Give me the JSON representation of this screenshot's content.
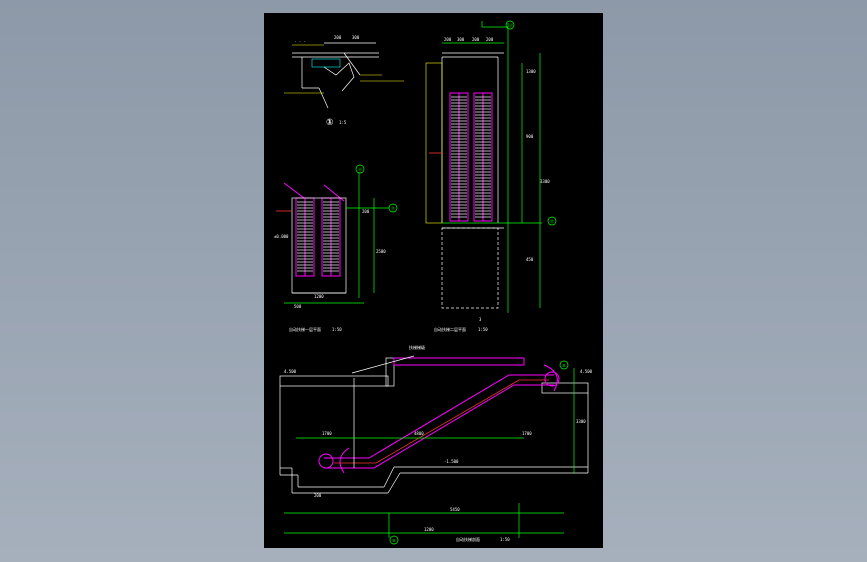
{
  "detail": {
    "number": "①",
    "scale": "1:5"
  },
  "labels": {
    "plan_upper": "自动扶梯二层平面",
    "plan_upper_scale": "1:50",
    "plan_lower": "自动扶梯一层平面",
    "plan_lower_scale": "1:50",
    "section": "自动扶梯剖面",
    "section_scale": "1:50",
    "section_note": "扶梯梯级"
  },
  "axis_tags": [
    "⑪",
    "⑪",
    "⑰",
    "⑰",
    "⑩"
  ],
  "dims": {
    "dim_a": "200",
    "dim_b": "500",
    "dim_c": "1200",
    "dim_d": "2500",
    "dim_e": "4800",
    "dim_f": "1700",
    "dim_g": "5450",
    "dim_h": "1300",
    "dim_i": "900",
    "dim_j": "3300",
    "dim_k": "450",
    "dim_l": "±0.000",
    "dim_m": "4.500",
    "dim_n": "-1.500"
  },
  "colors": {
    "background": "#000000",
    "frame": "#9aa5b3",
    "magenta": "#ff00ff",
    "green": "#00ff00",
    "white": "#ffffff"
  }
}
